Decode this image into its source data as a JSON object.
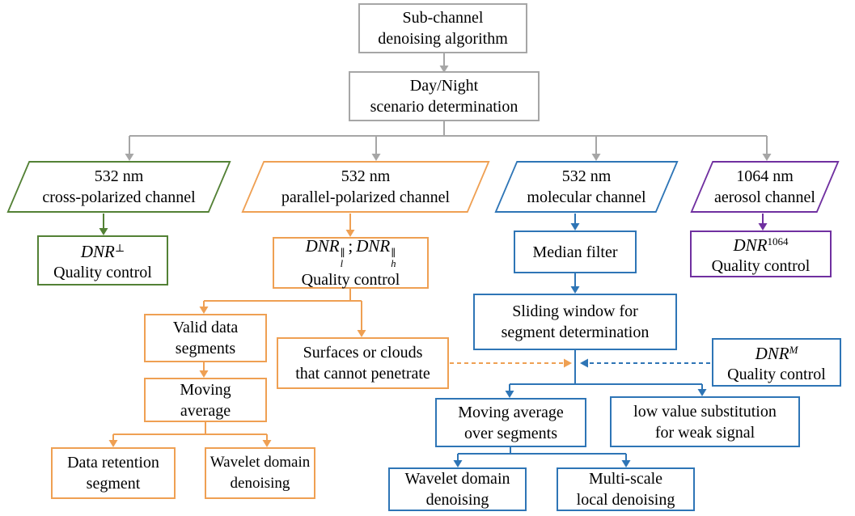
{
  "colors": {
    "gray": "#a6a6a6",
    "green": "#538135",
    "orange": "#efa053",
    "blue": "#2e75b6",
    "purple": "#7030a0"
  },
  "nodes": {
    "root": {
      "line1": "Sub-channel",
      "line2": "denoising algorithm"
    },
    "daynight": {
      "line1": "Day/Night",
      "line2": "scenario determination"
    },
    "ch_cross": {
      "line1": "532 nm",
      "line2": "cross-polarized channel"
    },
    "ch_parallel": {
      "line1": "532 nm",
      "line2": "parallel-polarized channel"
    },
    "ch_molecular": {
      "line1": "532 nm",
      "line2": "molecular channel"
    },
    "ch_aerosol": {
      "line1": "1064 nm",
      "line2": "aerosol channel"
    },
    "qc_cross": {
      "base": "DNR",
      "sup": "⊥",
      "line2": "Quality control"
    },
    "qc_parallel": {
      "base1": "DNR",
      "sup1": "∥",
      "sub1": "l",
      "sep": ";",
      "base2": "DNR",
      "sup2": "∥",
      "sub2": "h",
      "line2": "Quality control"
    },
    "median": {
      "line1": "Median filter"
    },
    "qc_aerosol": {
      "base": "DNR",
      "sup": "1064",
      "line2": "Quality control"
    },
    "valid": {
      "line1": "Valid data",
      "line2": "segments"
    },
    "surfaces": {
      "line1": "Surfaces or clouds",
      "line2": "that cannot penetrate"
    },
    "moving": {
      "line1": "Moving",
      "line2": "average"
    },
    "data_retention": {
      "line1": "Data retention",
      "line2": "segment"
    },
    "wavelet_parallel": {
      "line1": "Wavelet domain",
      "line2": "denoising"
    },
    "sliding": {
      "line1": "Sliding window for",
      "line2": "segment determination"
    },
    "qc_molecular": {
      "base": "DNR",
      "sup": "M",
      "line2": "Quality control"
    },
    "moving_segments": {
      "line1": "Moving average",
      "line2": "over segments"
    },
    "low_value": {
      "line1": "low value substitution",
      "line2": "for weak signal"
    },
    "wavelet_molecular": {
      "line1": "Wavelet domain",
      "line2": "denoising"
    },
    "multiscale": {
      "line1": "Multi-scale",
      "line2": "local denoising"
    }
  }
}
